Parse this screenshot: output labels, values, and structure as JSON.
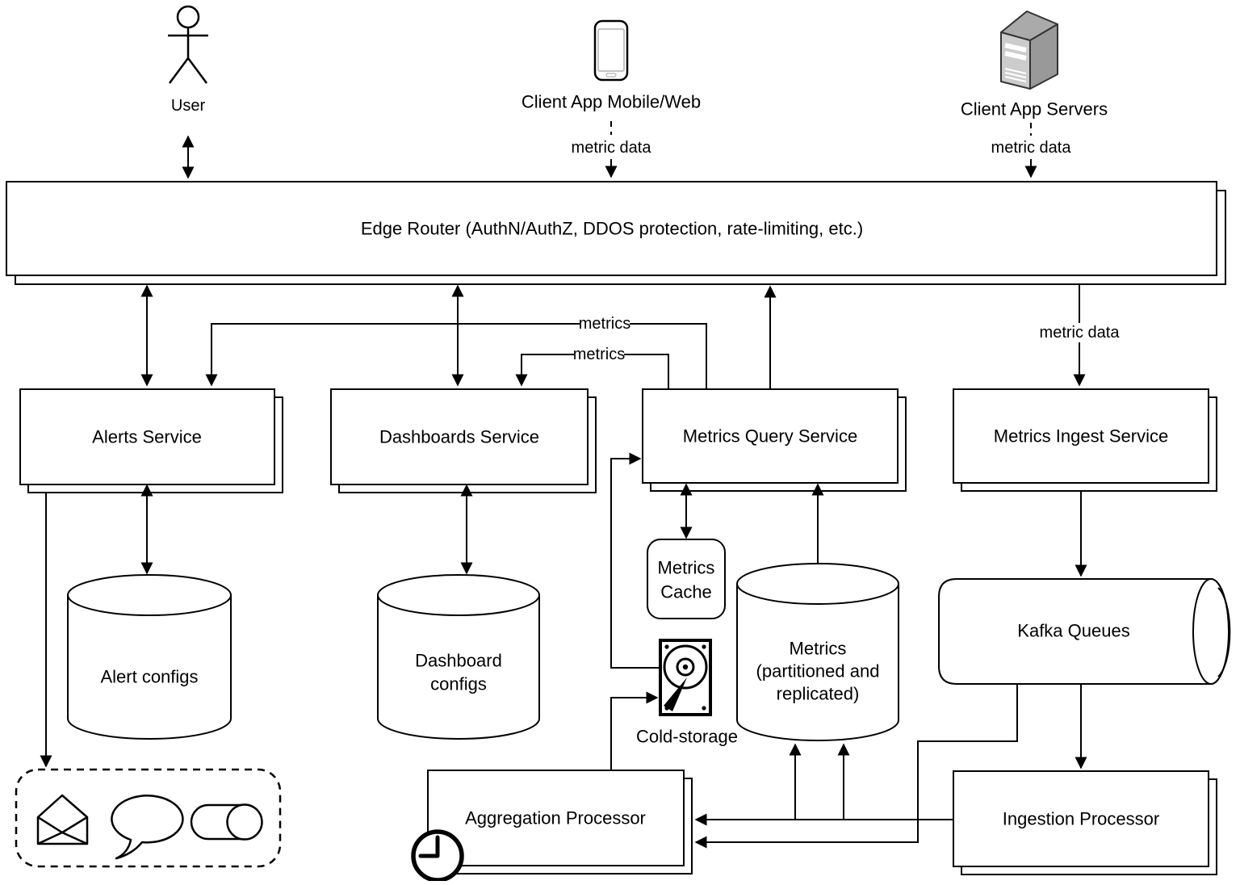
{
  "actors": {
    "user": {
      "label": "User"
    },
    "client_mobile": {
      "label": "Client App Mobile/Web",
      "edge_label": "metric data"
    },
    "client_servers": {
      "label": "Client App Servers",
      "edge_label": "metric data"
    }
  },
  "nodes": {
    "edge_router": {
      "label": "Edge Router (AuthN/AuthZ, DDOS protection, rate-limiting, etc.)"
    },
    "alerts_service": {
      "label": "Alerts Service"
    },
    "dashboards_service": {
      "label": "Dashboards Service"
    },
    "metrics_query_service": {
      "label": "Metrics Query Service"
    },
    "metrics_ingest_service": {
      "label": "Metrics Ingest Service"
    },
    "alert_configs": {
      "label": "Alert configs"
    },
    "dashboard_configs": {
      "lines": [
        "Dashboard",
        "configs"
      ]
    },
    "metrics_cache": {
      "lines": [
        "Metrics",
        "Cache"
      ]
    },
    "metrics_store": {
      "lines": [
        "Metrics",
        "(partitioned and",
        "replicated)"
      ]
    },
    "cold_storage": {
      "label": "Cold-storage"
    },
    "kafka_queues": {
      "label": "Kafka Queues"
    },
    "aggregation_processor": {
      "label": "Aggregation Processor"
    },
    "ingestion_processor": {
      "label": "Ingestion Processor"
    }
  },
  "edges": {
    "router_to_ingest_label": "metric data",
    "query_to_alerts_label": "metrics",
    "query_to_dashboards_label": "metrics"
  },
  "colors": {
    "stroke": "#000000",
    "fill": "#ffffff",
    "server_front": "#cccccc",
    "server_top": "#aaaaaa",
    "server_side": "#999999",
    "phone_detail": "#b0b0b0"
  }
}
